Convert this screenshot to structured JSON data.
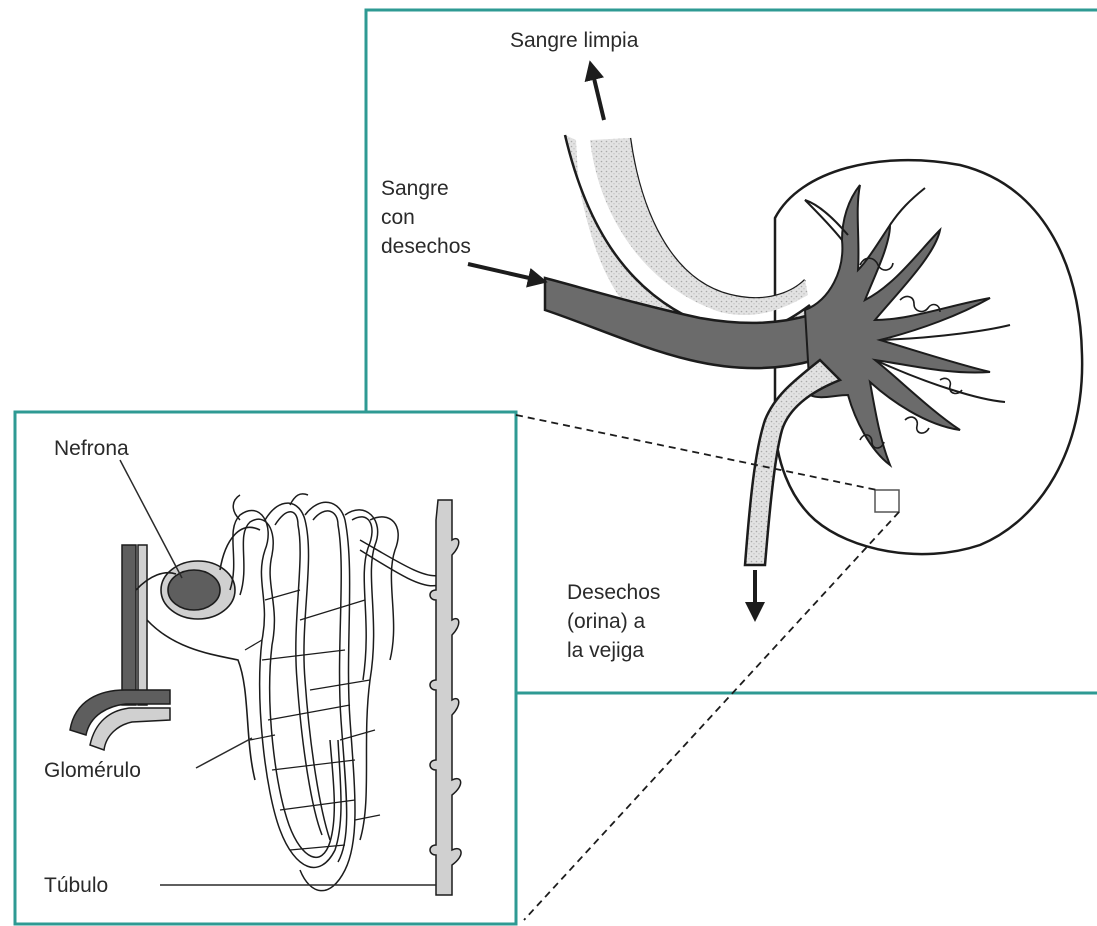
{
  "colors": {
    "frame": "#2e9a93",
    "ink": "#1c1c1c",
    "dark_fill": "#5e5e5e",
    "light_fill": "#d0d0d0",
    "background": "#ffffff"
  },
  "kidney_panel": {
    "labels": {
      "clean_blood": "Sangre limpia",
      "dirty_blood": [
        "Sangre",
        "con",
        "desechos"
      ],
      "urine": [
        "Desechos",
        "(orina) a",
        "la vejiga"
      ]
    }
  },
  "nephron_panel": {
    "labels": {
      "nephron": "Nefrona",
      "glomerulus": "Glomérulo",
      "tubule": "Túbulo"
    }
  }
}
